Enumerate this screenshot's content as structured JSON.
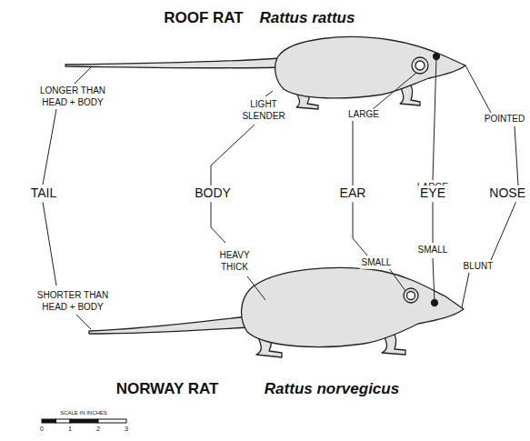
{
  "diagram": {
    "labels": [
      "ROOF RAT",
      "Rattus rattus",
      "LONGER THAN HEAD + BODY",
      "LIGHT SLENDER",
      "LARGE",
      "POINTED",
      "LARGE",
      "TAIL",
      "BODY",
      "EAR",
      "EYE",
      "NOSE",
      "SMALL",
      "HEAVY THICK",
      "SMALL",
      "BLUNT",
      "SHORTER THAN HEAD + BODY",
      "NORWAY RAT",
      "Rattus norvegicus",
      "SCALE IN INCHES",
      "0",
      "1",
      "2",
      "3"
    ]
  }
}
